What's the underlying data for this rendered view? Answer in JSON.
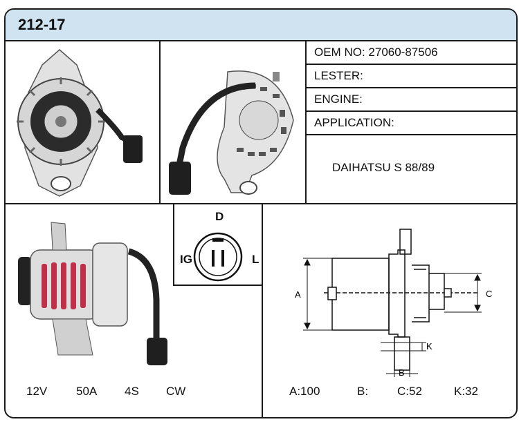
{
  "part_code": "212-17",
  "info": {
    "oem_label": "OEM NO:",
    "oem_value": "27060-87506",
    "lester_label": "LESTER:",
    "engine_label": "ENGINE:",
    "application_label": "APPLICATION:",
    "application_value": "DAIHATSU S 88/89"
  },
  "connector": {
    "pin_top": "D",
    "pin_left": "IG",
    "pin_right": "L"
  },
  "specs": {
    "voltage": "12V",
    "amperage": "50A",
    "groove": "4S",
    "rotation": "CW"
  },
  "dimensions": {
    "labels": {
      "a": "A",
      "b": "B",
      "c": "C",
      "k": "K"
    },
    "a": "A:100",
    "b": "B:",
    "c": "C:52",
    "k": "K:32"
  },
  "colors": {
    "header_bg": "#cfe3f1",
    "border": "#1a1a1a",
    "winding": "#c0304a"
  }
}
